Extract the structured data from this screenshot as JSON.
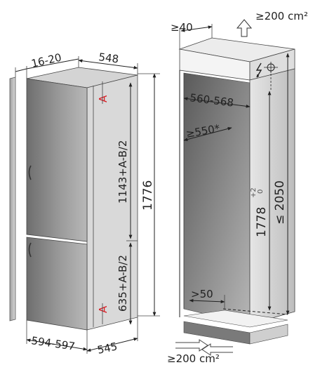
{
  "dimensions": {
    "gap_width": "16-20",
    "depth_548": "548",
    "height_total": "1776",
    "width_bottom": "594-597",
    "depth_bottom": "545",
    "upper_door": "1143+A-B/2",
    "lower_door": "635+A-B/2",
    "marker_a": "A",
    "top_vent": "≥40",
    "vent_top": "≥200 cm²",
    "vent_bottom": "≥200 cm²",
    "niche_width": "560-568",
    "niche_depth": "≥550*",
    "niche_height": "1778",
    "niche_tol_plus": "+2",
    "niche_tol_zero": "0",
    "max_height": "≤ 2050",
    "bottom_gap": ">50"
  },
  "colors": {
    "red_marker": "#d81f26",
    "panel_dark": "#7c7c7c",
    "panel_light": "#c4c4c4"
  }
}
